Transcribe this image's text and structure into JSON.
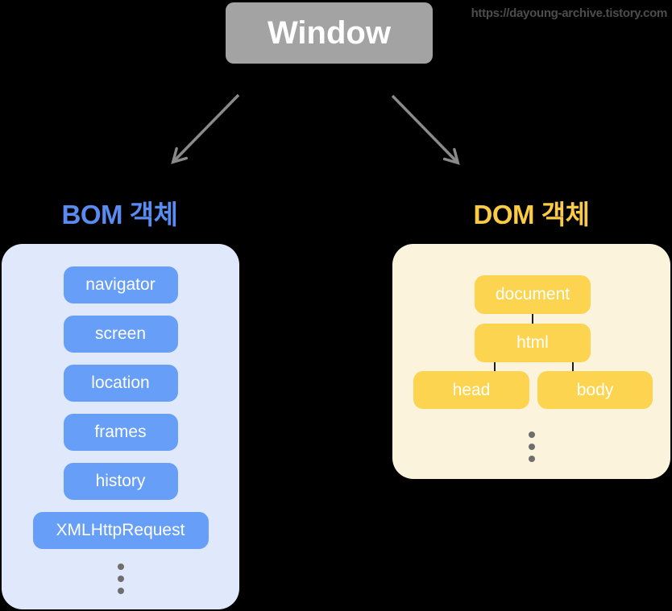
{
  "watermark": "https://dayoung-archive.tistory.com",
  "window_node": {
    "label": "Window"
  },
  "bom": {
    "title": "BOM 객체",
    "items": [
      "navigator",
      "screen",
      "location",
      "frames",
      "history",
      "XMLHttpRequest"
    ]
  },
  "dom": {
    "title": "DOM 객체",
    "nodes": {
      "document": "document",
      "html": "html",
      "head": "head",
      "body": "body"
    }
  },
  "colors": {
    "background": "#000000",
    "window_box": "#A3A3A3",
    "arrow": "#8A8A8A",
    "watermark_text": "#4D4D4D",
    "bom_title": "#5A8BF0",
    "bom_panel": "#DFE9FB",
    "bom_item": "#679EF8",
    "dom_title": "#FBCB44",
    "dom_panel": "#FCF3DC",
    "dom_node": "#FDD44F",
    "connector": "#1E1E1E",
    "dots": "#6E6E6E"
  }
}
